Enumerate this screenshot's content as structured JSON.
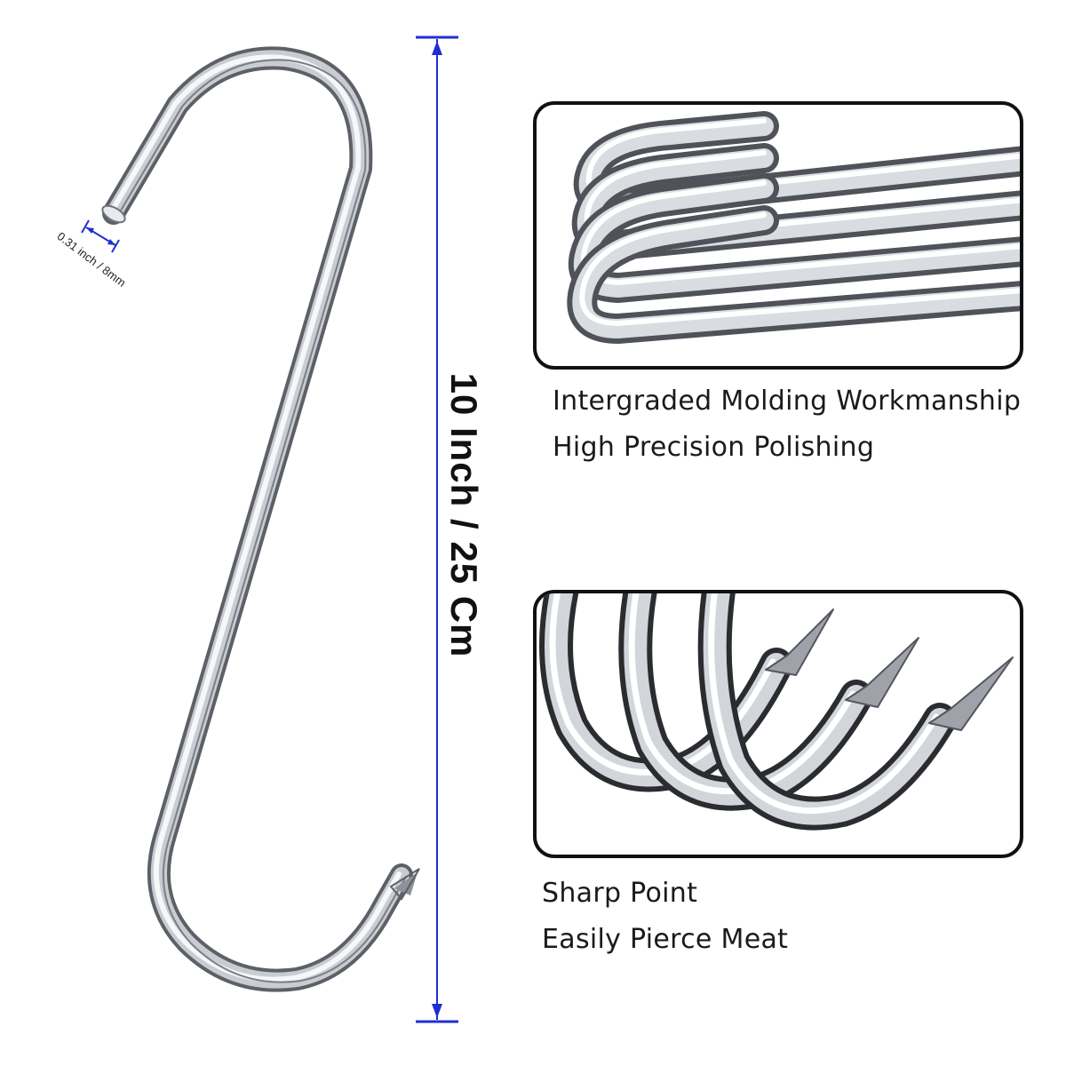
{
  "product": {
    "length_label": "10 Inch / 25 Cm",
    "wire_diameter_label": "0.31 inch / 8mm"
  },
  "features": [
    {
      "line1": "Intergraded Molding Workmanship",
      "line2": "High Precision Polishing"
    },
    {
      "line1": "Sharp Point",
      "line2": "Easily Pierce Meat"
    }
  ],
  "colors": {
    "dimension_line": "#1f2fd0",
    "steel_dark": "#5d6066",
    "steel_light": "#f4f5f7",
    "panel_border": "#111111"
  }
}
